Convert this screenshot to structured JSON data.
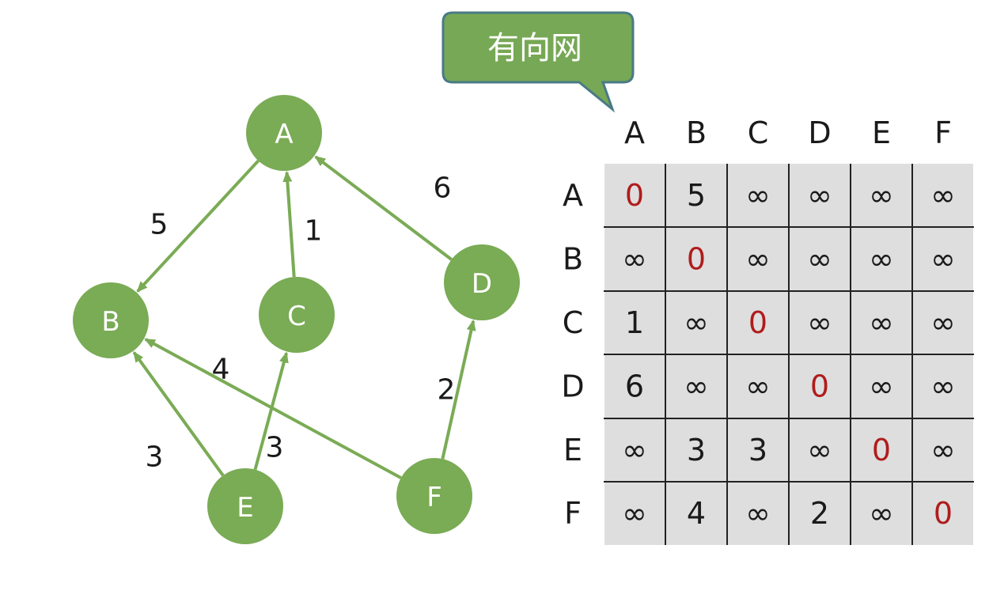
{
  "callout": {
    "text": "有向网"
  },
  "colors": {
    "node_fill": "#7aab55",
    "edge": "#7aab55",
    "callout_fill": "#77a855",
    "callout_border": "#4a7a86",
    "grid_fill": "#dedede",
    "grid_line": "#222222",
    "diagonal_text": "#b01c1c",
    "text": "#1a1a1a"
  },
  "graph": {
    "nodes": [
      {
        "id": "A",
        "label": "A"
      },
      {
        "id": "B",
        "label": "B"
      },
      {
        "id": "C",
        "label": "C"
      },
      {
        "id": "D",
        "label": "D"
      },
      {
        "id": "E",
        "label": "E"
      },
      {
        "id": "F",
        "label": "F"
      }
    ],
    "edges": [
      {
        "from": "A",
        "to": "B",
        "weight": "5"
      },
      {
        "from": "C",
        "to": "A",
        "weight": "1"
      },
      {
        "from": "D",
        "to": "A",
        "weight": "6"
      },
      {
        "from": "E",
        "to": "B",
        "weight": "3"
      },
      {
        "from": "E",
        "to": "C",
        "weight": "3"
      },
      {
        "from": "F",
        "to": "B",
        "weight": "4"
      },
      {
        "from": "F",
        "to": "D",
        "weight": "2"
      }
    ]
  },
  "matrix": {
    "col_headers": [
      "A",
      "B",
      "C",
      "D",
      "E",
      "F"
    ],
    "row_headers": [
      "A",
      "B",
      "C",
      "D",
      "E",
      "F"
    ],
    "cells": [
      [
        "0",
        "5",
        "∞",
        "∞",
        "∞",
        "∞"
      ],
      [
        "∞",
        "0",
        "∞",
        "∞",
        "∞",
        "∞"
      ],
      [
        "1",
        "∞",
        "0",
        "∞",
        "∞",
        "∞"
      ],
      [
        "6",
        "∞",
        "∞",
        "0",
        "∞",
        "∞"
      ],
      [
        "∞",
        "3",
        "3",
        "∞",
        "0",
        "∞"
      ],
      [
        "∞",
        "4",
        "∞",
        "2",
        "∞",
        "0"
      ]
    ]
  }
}
